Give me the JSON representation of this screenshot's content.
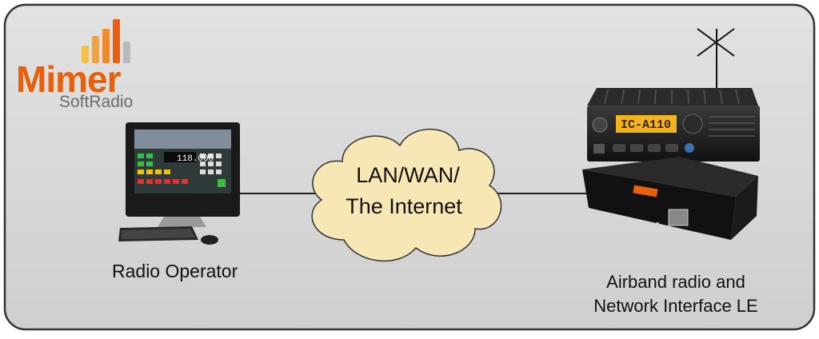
{
  "logo": {
    "word": "Mimer",
    "sub": "SoftRadio",
    "orange": "#e8600c",
    "grey": "#6b6b6b",
    "bar_color": "#f3a33a"
  },
  "nodes": {
    "operator": {
      "label": "Radio Operator",
      "screen_freq": "118.000"
    },
    "network": {
      "line1": "LAN/WAN/",
      "line2": "The Internet",
      "fill": "#f7e7b4"
    },
    "device": {
      "line1": "Airband radio and",
      "line2": "Network Interface LE",
      "radio_display": "IC-A110"
    }
  },
  "colors": {
    "panel": "#d9d9d9",
    "panel_border": "#333333",
    "link_line": "#222222"
  }
}
